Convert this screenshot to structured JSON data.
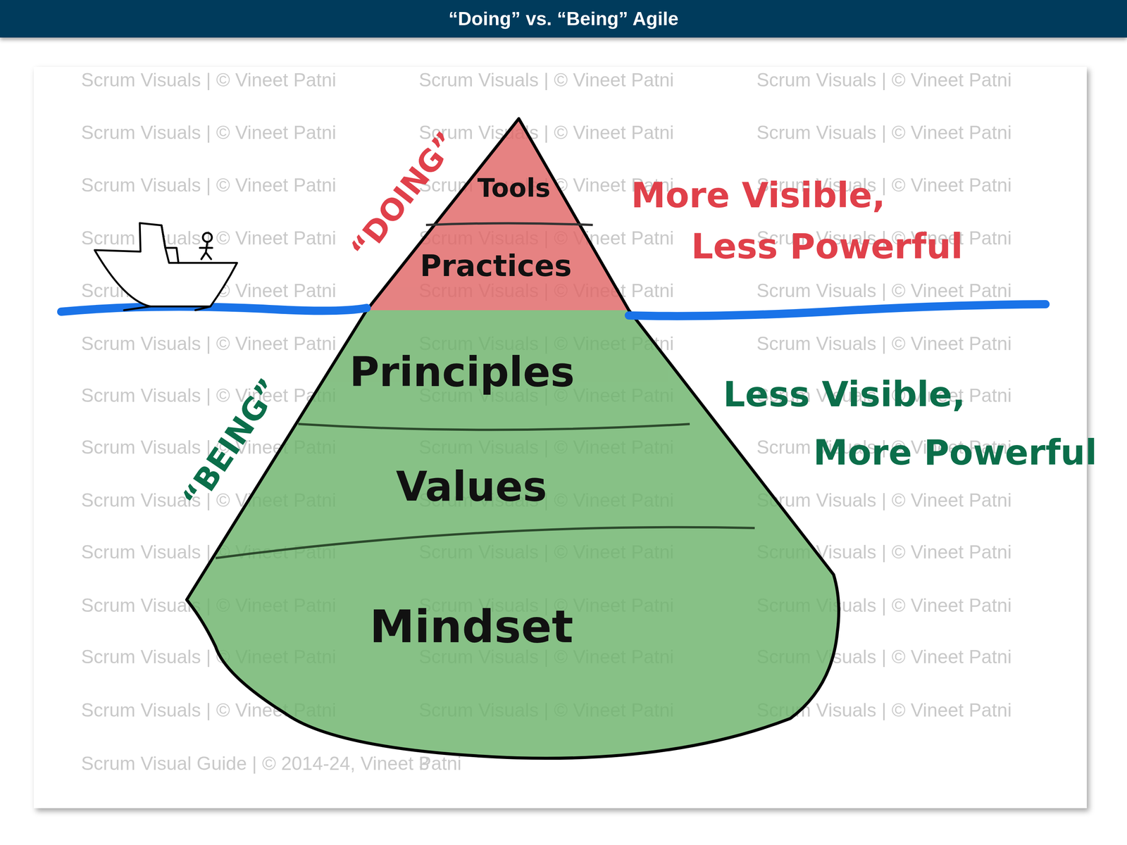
{
  "diagram": {
    "title": "“Doing” vs. “Being” Agile",
    "nodes": [
      {
        "text": [
          "Tools"
        ]
      },
      {
        "text": [
          "Practices"
        ]
      },
      {
        "text": [
          "Principles"
        ]
      },
      {
        "text": [
          "Values"
        ]
      },
      {
        "text": [
          "Mindset"
        ]
      }
    ],
    "labels": [
      "“DOING”",
      "“BEING”",
      "More Visible,",
      "Less Powerful",
      "Less Visible,",
      "More Powerful",
      "Scrum Visuals | © Vineet Patni",
      "Scrum Visuals | © Vineet Patni",
      "Scrum Visuals | © Vineet Patni",
      "Scrum Visuals | © Vineet Patni",
      "Scrum Visuals | © Vineet Patni",
      "Scrum Visuals | © Vineet Patni",
      "Scrum Visuals | © Vineet Patni",
      "Scrum Visuals | © Vineet Patni",
      "Scrum Visuals | © Vineet Patni",
      "Scrum Visuals | © Vineet Patni",
      "Scrum Visuals | © Vineet Patni",
      "Scrum Visuals | © Vineet Patni",
      "Scrum Visuals | © Vineet Patni",
      "Scrum Visuals | © Vineet Patni",
      "Scrum Visuals | © Vineet Patni",
      "Scrum Visuals | © Vineet Patni",
      "Scrum Visuals | © Vineet Patni",
      "Scrum Visuals | © Vineet Patni",
      "Scrum Visuals | © Vineet Patni",
      "Scrum Visuals | © Vineet Patni",
      "Scrum Visuals | © Vineet Patni",
      "Scrum Visuals | © Vineet Patni",
      "Scrum Visuals | © Vineet Patni",
      "Scrum Visuals | © Vineet Patni",
      "Scrum Visuals | © Vineet Patni",
      "Scrum Visuals | © Vineet Patni",
      "Scrum Visuals | © Vineet Patni",
      "Scrum Visuals | © Vineet Patni",
      "Scrum Visuals | © Vineet Patni",
      "Scrum Visuals | © Vineet Patni",
      "Scrum Visuals | © Vineet Patni",
      "Scrum Visuals | © Vineet Patni",
      "Scrum Visuals | © Vineet Patni",
      "Scrum Visuals | © Vineet Patni",
      "Scrum Visuals | © Vineet Patni",
      "Scrum Visuals | © Vineet Patni",
      "Scrum Visuals | © Vineet Patni",
      "Scrum Visuals | © Vineet Patni",
      "Scrum Visuals | © Vineet Patni",
      "Scrum Visual Guide | © 2014-24, Vineet Patni",
      "3"
    ]
  }
}
